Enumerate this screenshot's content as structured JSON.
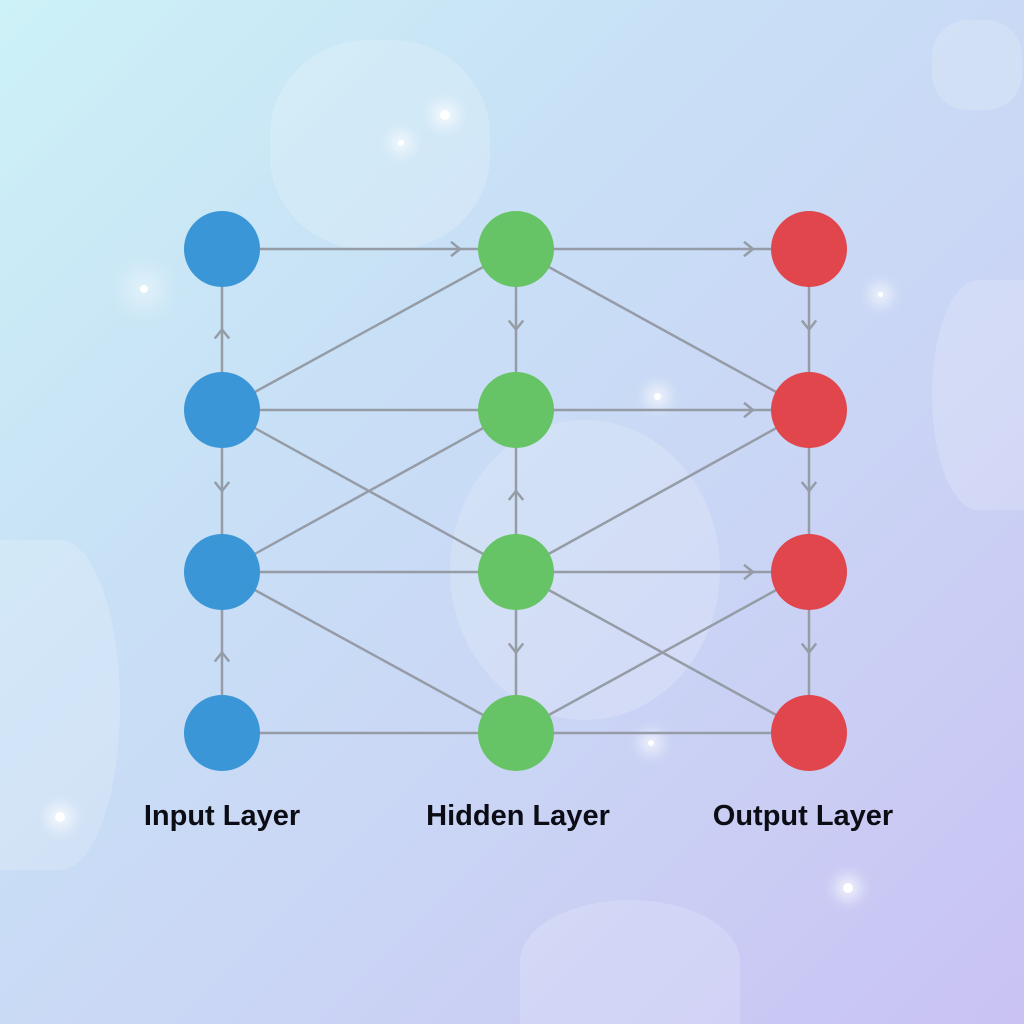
{
  "colors": {
    "input": "#3a96d6",
    "hidden": "#66c466",
    "output": "#e0464b",
    "edge": "#959ca6"
  },
  "layers": [
    {
      "id": "I",
      "label": "Input Layer",
      "nodes": 4,
      "color_key": "input"
    },
    {
      "id": "H",
      "label": "Hidden Layer",
      "nodes": 4,
      "color_key": "hidden"
    },
    {
      "id": "O",
      "label": "Output Layer",
      "nodes": 4,
      "color_key": "output"
    }
  ],
  "edges": [
    {
      "from": "I1",
      "to": "H1",
      "arrow": "end"
    },
    {
      "from": "I2",
      "to": "I1",
      "arrow": "mid"
    },
    {
      "from": "I2",
      "to": "I3",
      "arrow": "mid"
    },
    {
      "from": "I4",
      "to": "I3",
      "arrow": "mid"
    },
    {
      "from": "I2",
      "to": "H1",
      "arrow": "none"
    },
    {
      "from": "I2",
      "to": "H2",
      "arrow": "none"
    },
    {
      "from": "I2",
      "to": "H3",
      "arrow": "none"
    },
    {
      "from": "I3",
      "to": "H2",
      "arrow": "none"
    },
    {
      "from": "I3",
      "to": "H3",
      "arrow": "none"
    },
    {
      "from": "I3",
      "to": "H4",
      "arrow": "none"
    },
    {
      "from": "I4",
      "to": "H4",
      "arrow": "none"
    },
    {
      "from": "H1",
      "to": "H2",
      "arrow": "mid"
    },
    {
      "from": "H3",
      "to": "H2",
      "arrow": "mid"
    },
    {
      "from": "H3",
      "to": "H4",
      "arrow": "mid"
    },
    {
      "from": "H1",
      "to": "O1",
      "arrow": "end"
    },
    {
      "from": "H1",
      "to": "O2",
      "arrow": "none"
    },
    {
      "from": "H2",
      "to": "O2",
      "arrow": "end"
    },
    {
      "from": "H3",
      "to": "O2",
      "arrow": "none"
    },
    {
      "from": "H3",
      "to": "O3",
      "arrow": "end"
    },
    {
      "from": "H3",
      "to": "O4",
      "arrow": "none"
    },
    {
      "from": "H4",
      "to": "O3",
      "arrow": "none"
    },
    {
      "from": "H4",
      "to": "O4",
      "arrow": "none"
    },
    {
      "from": "O1",
      "to": "O2",
      "arrow": "mid"
    },
    {
      "from": "O2",
      "to": "O3",
      "arrow": "mid"
    },
    {
      "from": "O3",
      "to": "O4",
      "arrow": "mid"
    }
  ]
}
